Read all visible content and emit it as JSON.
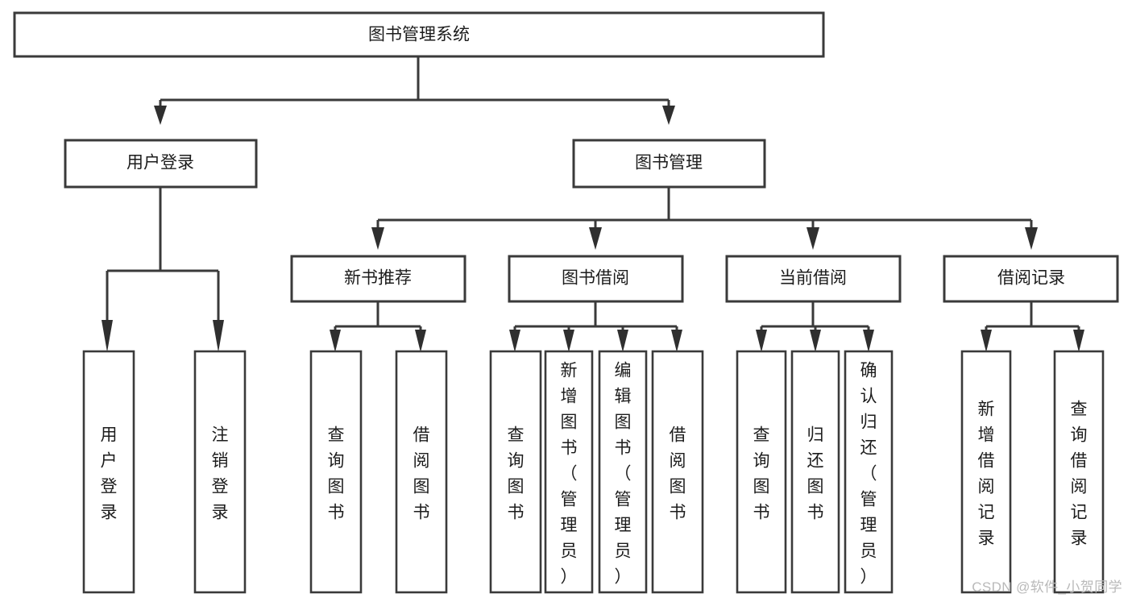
{
  "diagram": {
    "type": "tree",
    "title": "图书管理系统",
    "watermark": "CSDN @软件_小贺同学",
    "colors": {
      "background": "#ffffff",
      "stroke": "#3a3a3a",
      "text": "#1c1c1c",
      "watermark": "#b9b9b9"
    },
    "root": {
      "id": "root",
      "label": "图书管理系统",
      "orientation": "horizontal"
    },
    "level1": [
      {
        "id": "user-login",
        "label": "用户登录",
        "orientation": "horizontal"
      },
      {
        "id": "book-management",
        "label": "图书管理",
        "orientation": "horizontal"
      }
    ],
    "level2": [
      {
        "id": "new-book-recommend",
        "label": "新书推荐",
        "parent": "book-management",
        "orientation": "horizontal"
      },
      {
        "id": "book-borrow",
        "label": "图书借阅",
        "parent": "book-management",
        "orientation": "horizontal"
      },
      {
        "id": "current-borrow",
        "label": "当前借阅",
        "parent": "book-management",
        "orientation": "horizontal"
      },
      {
        "id": "borrow-record",
        "label": "借阅记录",
        "parent": "book-management",
        "orientation": "horizontal"
      }
    ],
    "leaves": [
      {
        "id": "leaf-user-login",
        "label": "用户登录",
        "parent": "user-login",
        "orientation": "vertical"
      },
      {
        "id": "leaf-logout-login",
        "label": "注销登录",
        "parent": "user-login",
        "orientation": "vertical"
      },
      {
        "id": "leaf-query-book-1",
        "label": "查询图书",
        "parent": "new-book-recommend",
        "orientation": "vertical"
      },
      {
        "id": "leaf-borrow-book-1",
        "label": "借阅图书",
        "parent": "new-book-recommend",
        "orientation": "vertical"
      },
      {
        "id": "leaf-query-book-2",
        "label": "查询图书",
        "parent": "book-borrow",
        "orientation": "vertical"
      },
      {
        "id": "leaf-add-book",
        "label": "新增图书（管理员）",
        "parent": "book-borrow",
        "orientation": "vertical"
      },
      {
        "id": "leaf-edit-book",
        "label": "编辑图书（管理员）",
        "parent": "book-borrow",
        "orientation": "vertical"
      },
      {
        "id": "leaf-borrow-book-2",
        "label": "借阅图书",
        "parent": "book-borrow",
        "orientation": "vertical"
      },
      {
        "id": "leaf-query-book-3",
        "label": "查询图书",
        "parent": "current-borrow",
        "orientation": "vertical"
      },
      {
        "id": "leaf-return-book",
        "label": "归还图书",
        "parent": "current-borrow",
        "orientation": "vertical"
      },
      {
        "id": "leaf-confirm-return",
        "label": "确认归还（管理员）",
        "parent": "current-borrow",
        "orientation": "vertical"
      },
      {
        "id": "leaf-add-record",
        "label": "新增借阅记录",
        "parent": "borrow-record",
        "orientation": "vertical"
      },
      {
        "id": "leaf-query-record",
        "label": "查询借阅记录",
        "parent": "borrow-record",
        "orientation": "vertical"
      }
    ]
  }
}
